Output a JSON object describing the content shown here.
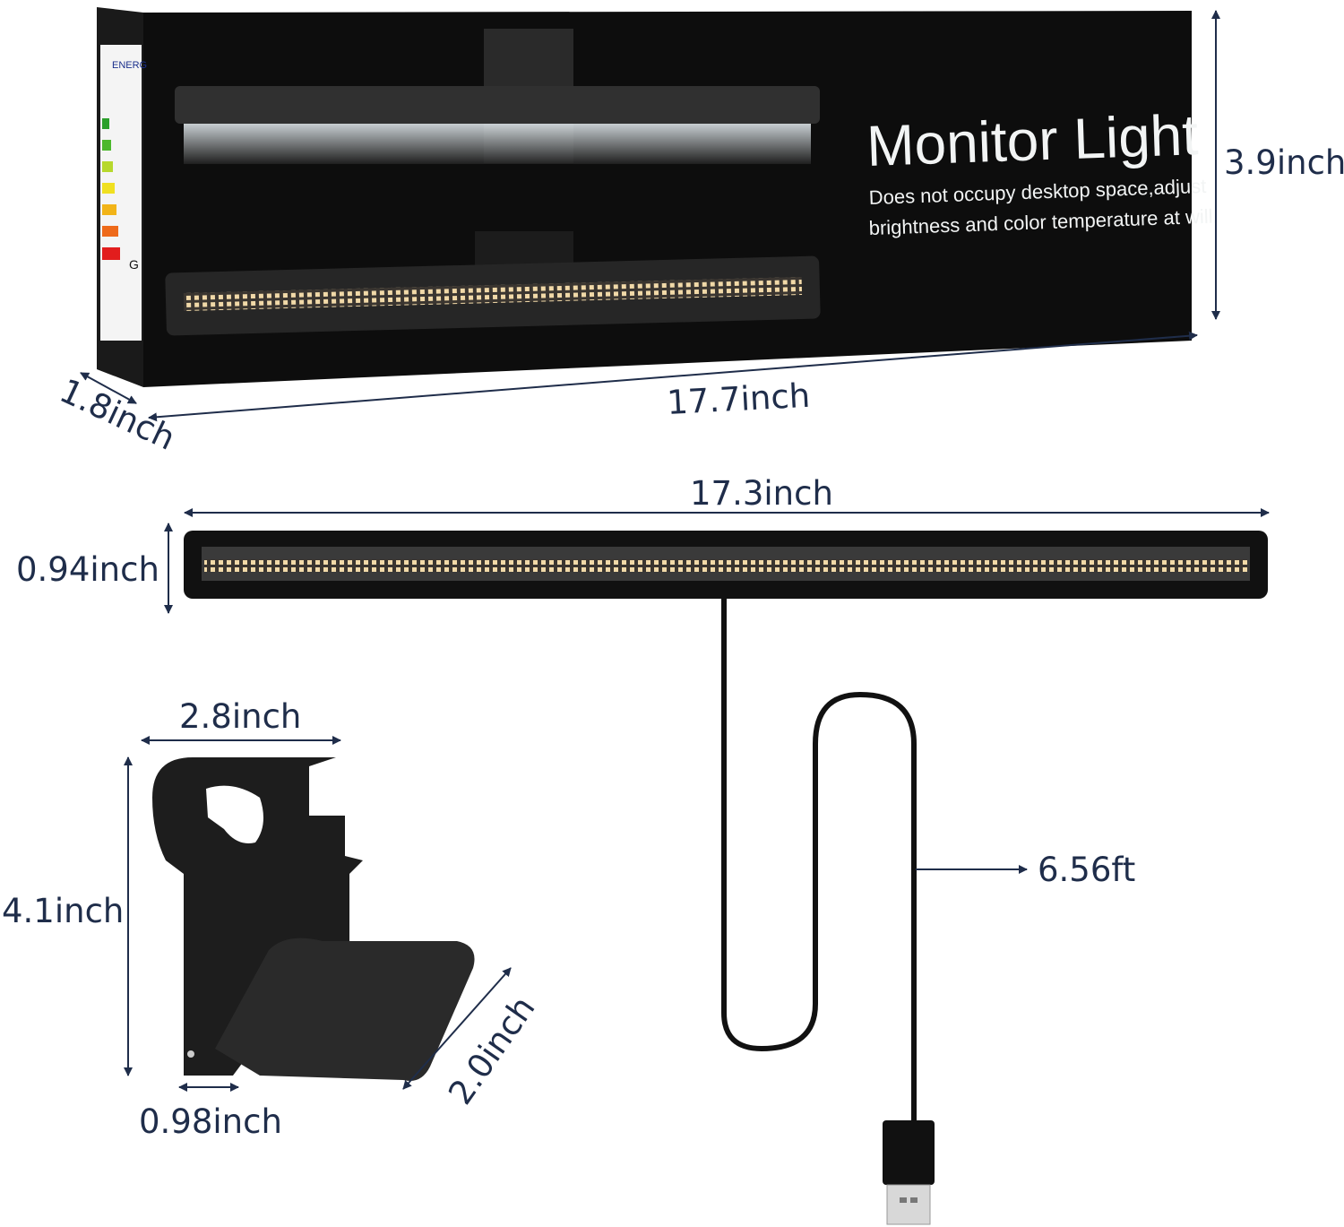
{
  "box": {
    "title": "Monitor Light",
    "subtitle_line1": "Does not occupy desktop space,adjust",
    "subtitle_line2": "brightness and color temperature at will.",
    "energy_label": "ENERG",
    "energy_class": "G"
  },
  "dimensions": {
    "box_height": "3.9inch",
    "box_length": "17.7inch",
    "box_depth": "1.8inch",
    "bar_length": "17.3inch",
    "bar_diameter": "0.94inch",
    "cable_length": "6.56ft",
    "clip_width": "2.8inch",
    "clip_height": "4.1inch",
    "clip_arm": "2.0inch",
    "clip_slot": "0.98inch"
  },
  "colors": {
    "dimension_text": "#1f2d4a",
    "box": "#111111"
  }
}
